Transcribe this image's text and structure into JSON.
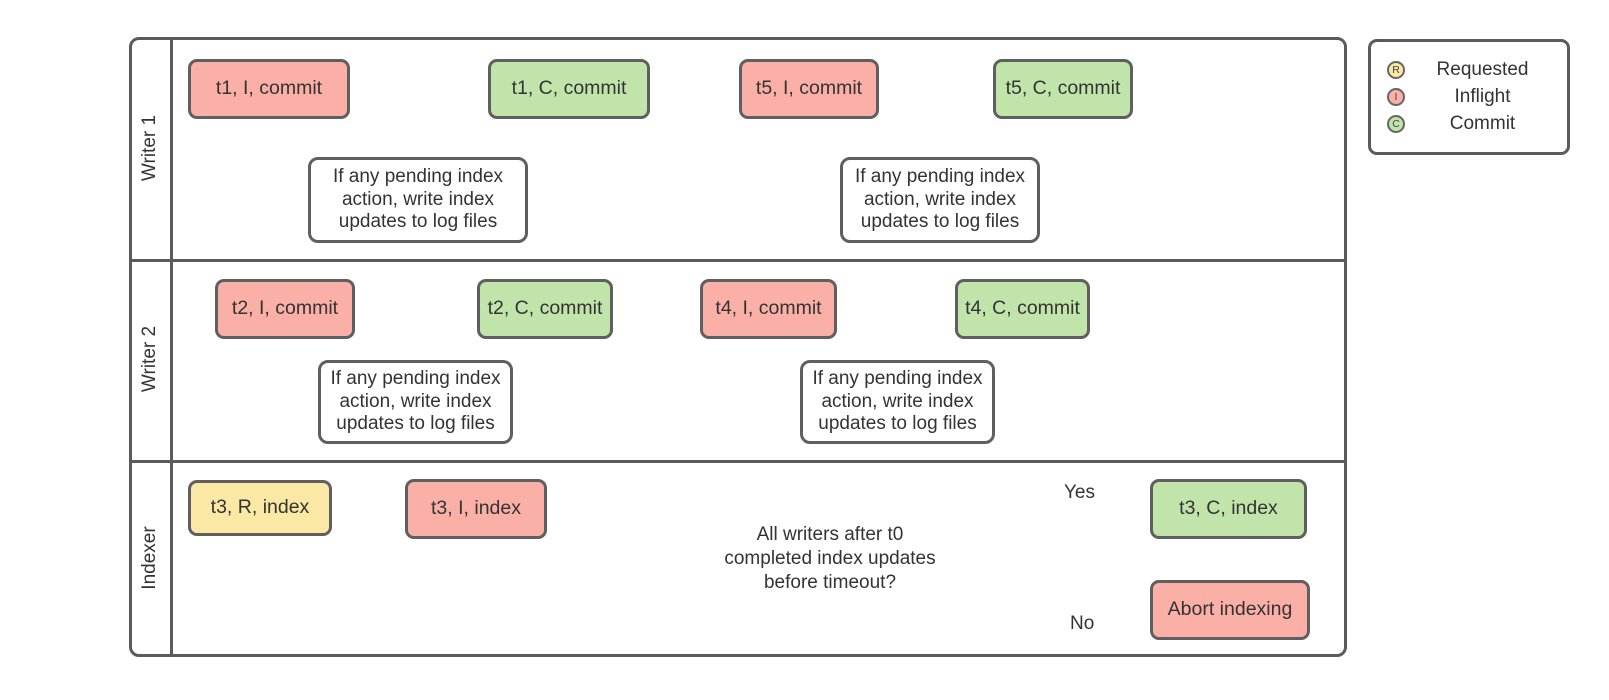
{
  "colors": {
    "requested": "#FAE8A4",
    "inflight": "#FAAFA7",
    "commit": "#C1E4AB",
    "lock": "#2A308C",
    "arrow": "#666666",
    "border": "#5B5B5B",
    "text": "#333333"
  },
  "lanes": [
    {
      "label": "Writer 1"
    },
    {
      "label": "Writer 2"
    },
    {
      "label": "Indexer"
    }
  ],
  "legend": {
    "items": [
      {
        "letter": "R",
        "label": "Requested",
        "color_key": "requested"
      },
      {
        "letter": "I",
        "label": "Inflight",
        "color_key": "inflight"
      },
      {
        "letter": "C",
        "label": "Commit",
        "color_key": "commit"
      }
    ]
  },
  "writer1": {
    "groups": [
      {
        "inflight": "t1, I, commit",
        "condition": "If any pending index action, write index updates to log files",
        "commit": "t1, C, commit"
      },
      {
        "inflight": "t5, I, commit",
        "condition": "If any pending index action, write index updates to log files",
        "commit": "t5, C, commit"
      }
    ]
  },
  "writer2": {
    "groups": [
      {
        "inflight": "t2, I, commit",
        "condition": "If any pending index action, write index updates to log files",
        "commit": "t2, C, commit"
      },
      {
        "inflight": "t4, I, commit",
        "condition": "If any pending index action, write index updates to log files",
        "commit": "t4, C, commit"
      }
    ]
  },
  "indexer": {
    "requested": "t3, R, index",
    "inflight": "t3, I, index",
    "decision": "All writers after t0 completed index updates before timeout?",
    "yes": "Yes",
    "no": "No",
    "commit": "t3, C, index",
    "abort": "Abort indexing"
  }
}
